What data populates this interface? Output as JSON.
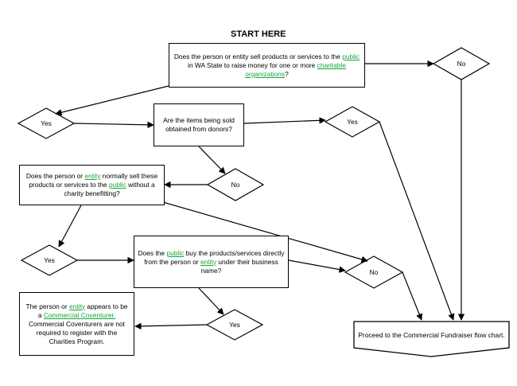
{
  "title": "START HERE",
  "boxes": {
    "q1": {
      "a": "Does the person or entity sell products or services to the ",
      "l1": "public",
      "b": " in WA State to raise money for one or more ",
      "l2": "charitable",
      "c": " ",
      "l3": "organizations",
      "d": "?"
    },
    "q2": {
      "a": "Are the items being sold obtained from donors?"
    },
    "q3": {
      "a": "Does the person or ",
      "l1": "entity",
      "b": " normally sell these products or services to the ",
      "l2": "public",
      "c": " without a charity benefitting?"
    },
    "q4": {
      "a": "Does the ",
      "l1": "public",
      "b": " buy the products/services directly from the person or ",
      "l2": "entity",
      "c": " under their business name?"
    },
    "result_cv": {
      "a": "The  person or ",
      "l1": "entity",
      "b": "  appears to be a ",
      "l2": "Commercial Coventurer.",
      "c": " Commercial Coventurers are not required to register with the Charities Program."
    },
    "result_cf": {
      "a": "Proceed to the Commercial Fundraiser flow chart."
    }
  },
  "decisions": {
    "d1_no": "No",
    "d1_yes": "Yes",
    "d2_yes": "Yes",
    "d2_no": "No",
    "d3_yes": "Yes",
    "d4_no": "No",
    "d4_yes": "Yes"
  },
  "colors": {
    "link": "#1aa33a",
    "line": "#000000"
  }
}
